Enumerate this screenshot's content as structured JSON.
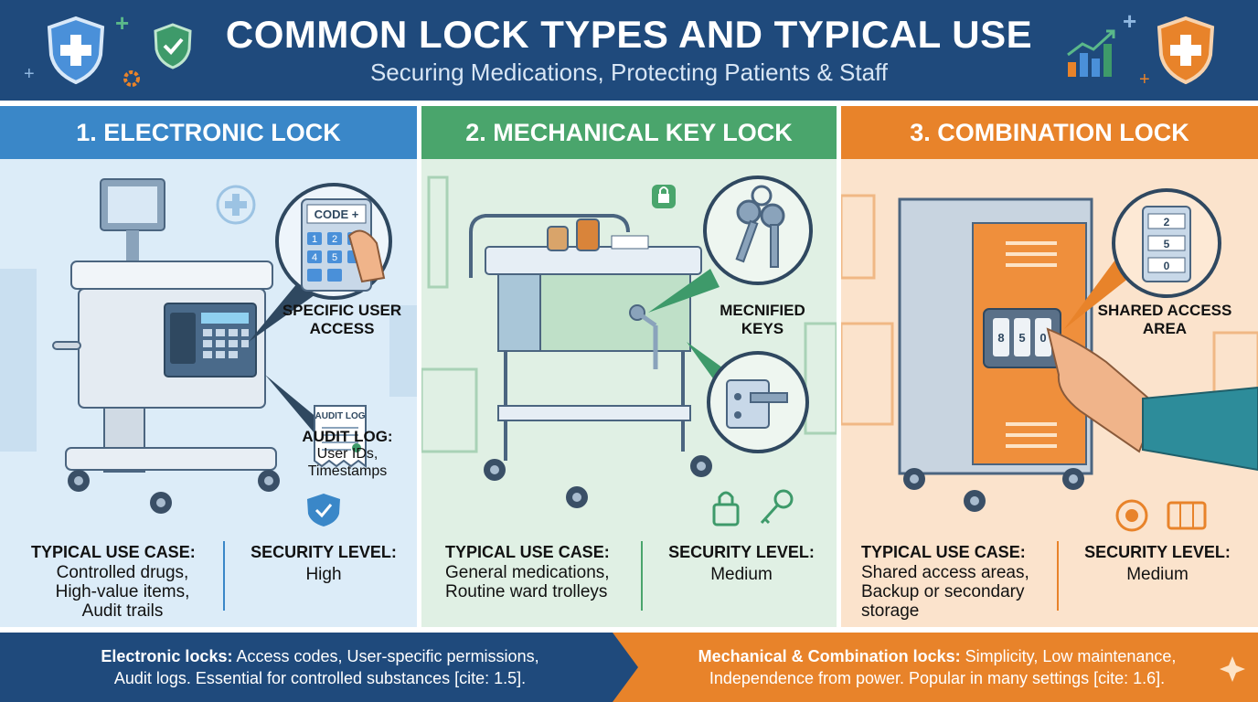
{
  "header": {
    "title": "COMMON LOCK TYPES AND TYPICAL USE",
    "subtitle": "Securing Medications, Protecting Patients & Staff"
  },
  "panels": [
    {
      "heading": "1. ELECTRONIC LOCK",
      "keypad_label": "CODE +",
      "keypad_keys": [
        "1",
        "2",
        "4",
        "5"
      ],
      "callout_1": "SPECIFIC USER ACCESS",
      "receipt_label": "AUDIT LOG",
      "audit_title": "AUDIT LOG:",
      "audit_body": [
        "User IDs,",
        "Timestamps"
      ],
      "use_case_heading": "TYPICAL USE CASE:",
      "use_case": [
        "Controlled drugs,",
        "High-value items,",
        "Audit trails"
      ],
      "security_heading": "SECURITY LEVEL:",
      "security_value": "High",
      "accent": "#3a87c8"
    },
    {
      "heading": "2. MECHANICAL KEY LOCK",
      "callout_1": "MECNIFIED KEYS",
      "use_case_heading": "TYPICAL USE CASE:",
      "use_case": [
        "General medications,",
        "Routine ward trolleys"
      ],
      "security_heading": "SECURITY LEVEL:",
      "security_value": "Medium",
      "accent": "#4aa56c"
    },
    {
      "heading": "3. COMBINATION LOCK",
      "dial_digits": [
        "2",
        "5",
        "0"
      ],
      "lock_digits": [
        "8",
        "5",
        "0"
      ],
      "callout_1": "SHARED ACCESS AREA",
      "use_case_heading": "TYPICAL USE CASE:",
      "use_case": [
        "Shared access areas,",
        "Backup or secondary",
        "storage"
      ],
      "security_heading": "SECURITY LEVEL:",
      "security_value": "Medium",
      "accent": "#e8832a"
    }
  ],
  "footer": {
    "left_bold": "Electronic locks:",
    "left_line1": " Access codes, User-specific permissions,",
    "left_line2": "Audit logs. Essential for controlled substances [cite: 1.5].",
    "right_bold": "Mechanical & Combination locks:",
    "right_line1": " Simplicity, Low maintenance,",
    "right_line2": "Independence from power. Popular in many settings [cite: 1.6]."
  },
  "colors": {
    "header_bg": "#1f4a7c",
    "footer_left_bg": "#1f4a7c",
    "footer_right_bg": "#e8832a"
  }
}
